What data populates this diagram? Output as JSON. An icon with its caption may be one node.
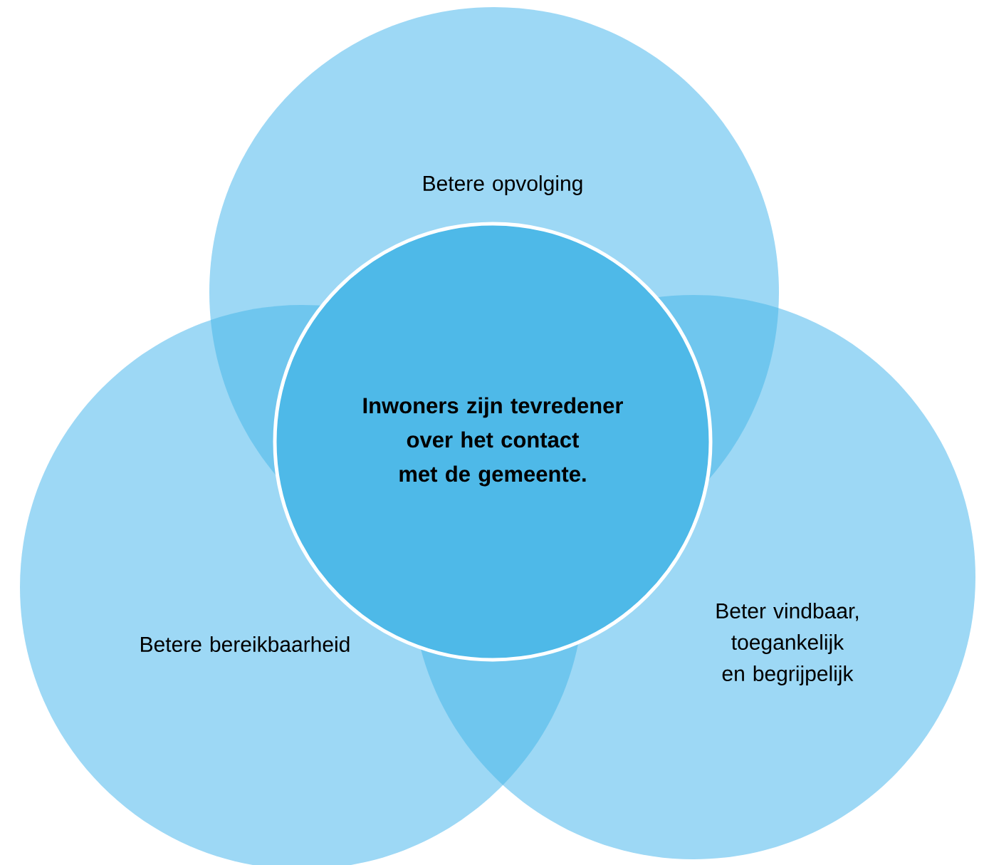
{
  "diagram": {
    "nodes": [
      {
        "text": [
          "Betere opvolging"
        ]
      },
      {
        "text": [
          "Inwoners zijn tevredener over het contact met de gemeente."
        ]
      },
      {
        "text": [
          "Betere bereikbaarheid"
        ]
      },
      {
        "text": [
          "Beter vindbaar, toegankelijk en begrijpelijk"
        ]
      }
    ]
  }
}
